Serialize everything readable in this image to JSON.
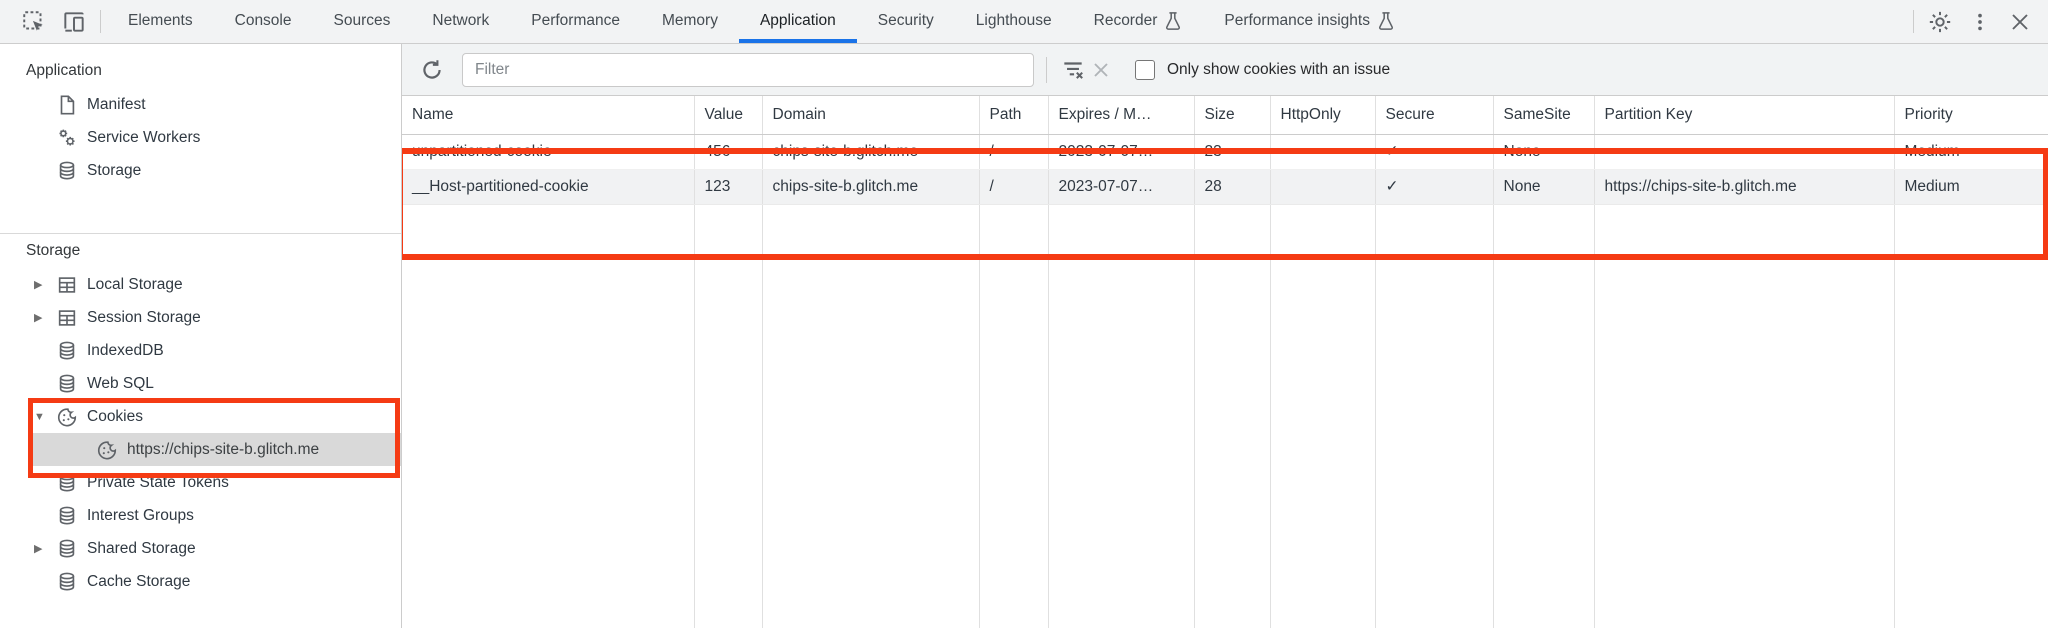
{
  "tabbar": {
    "tabs": [
      {
        "label": "Elements"
      },
      {
        "label": "Console"
      },
      {
        "label": "Sources"
      },
      {
        "label": "Network"
      },
      {
        "label": "Performance"
      },
      {
        "label": "Memory"
      },
      {
        "label": "Application"
      },
      {
        "label": "Security"
      },
      {
        "label": "Lighthouse"
      },
      {
        "label": "Recorder"
      },
      {
        "label": "Performance insights"
      }
    ],
    "active_tab": "Application"
  },
  "sidebar": {
    "sections": [
      {
        "title": "Application",
        "items": [
          {
            "label": "Manifest",
            "icon": "document-icon"
          },
          {
            "label": "Service Workers",
            "icon": "gears-icon"
          },
          {
            "label": "Storage",
            "icon": "database-icon"
          }
        ]
      },
      {
        "title": "Storage",
        "items": [
          {
            "label": "Local Storage",
            "icon": "table-icon",
            "arrow": "▶"
          },
          {
            "label": "Session Storage",
            "icon": "table-icon",
            "arrow": "▶"
          },
          {
            "label": "IndexedDB",
            "icon": "database-icon",
            "arrow": ""
          },
          {
            "label": "Web SQL",
            "icon": "database-icon",
            "arrow": ""
          },
          {
            "label": "Cookies",
            "icon": "cookie-icon",
            "arrow": "▼"
          },
          {
            "label": "https://chips-site-b.glitch.me",
            "icon": "cookie-icon",
            "arrow": "",
            "selected": true
          },
          {
            "label": "Private State Tokens",
            "icon": "database-icon",
            "arrow": ""
          },
          {
            "label": "Interest Groups",
            "icon": "database-icon",
            "arrow": ""
          },
          {
            "label": "Shared Storage",
            "icon": "database-icon",
            "arrow": "▶"
          },
          {
            "label": "Cache Storage",
            "icon": "database-icon",
            "arrow": ""
          }
        ]
      }
    ]
  },
  "toolbar": {
    "filter_placeholder": "Filter",
    "checkbox_label": "Only show cookies with an issue",
    "checkbox_checked": false
  },
  "table": {
    "columns": [
      "Name",
      "Value",
      "Domain",
      "Path",
      "Expires / M…",
      "Size",
      "HttpOnly",
      "Secure",
      "SameSite",
      "Partition Key",
      "Priority"
    ],
    "rows": [
      {
        "name": "unpartitioned-cookie",
        "value": "456",
        "domain": "chips-site-b.glitch.me",
        "path": "/",
        "expires": "2023-07-07…",
        "size": "23",
        "httponly": "",
        "secure": "✓",
        "samesite": "None",
        "partition_key": "",
        "priority": "Medium"
      },
      {
        "name": "__Host-partitioned-cookie",
        "value": "123",
        "domain": "chips-site-b.glitch.me",
        "path": "/",
        "expires": "2023-07-07…",
        "size": "28",
        "httponly": "",
        "secure": "✓",
        "samesite": "None",
        "partition_key": "https://chips-site-b.glitch.me",
        "priority": "Medium"
      }
    ]
  },
  "colors": {
    "accent_blue": "#1a73e8",
    "annotation_red": "#f53b14",
    "toolbar_gray": "#f1f3f4",
    "selection_gray": "#d9d9d9"
  }
}
